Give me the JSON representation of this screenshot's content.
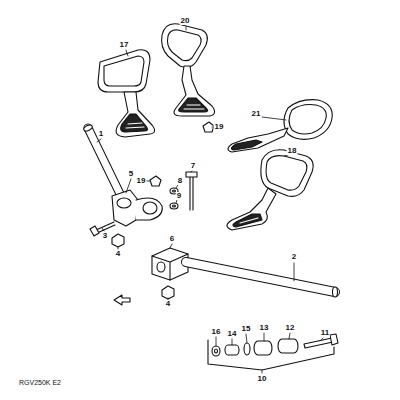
{
  "diagram": {
    "labels": [
      "17",
      "20",
      "21",
      "19",
      "1",
      "19",
      "5",
      "7",
      "8",
      "9",
      "3",
      "4",
      "6",
      "18",
      "4",
      "2",
      "16",
      "14",
      "15",
      "13",
      "12",
      "11",
      "10",
      "RGV250K E2"
    ]
  }
}
